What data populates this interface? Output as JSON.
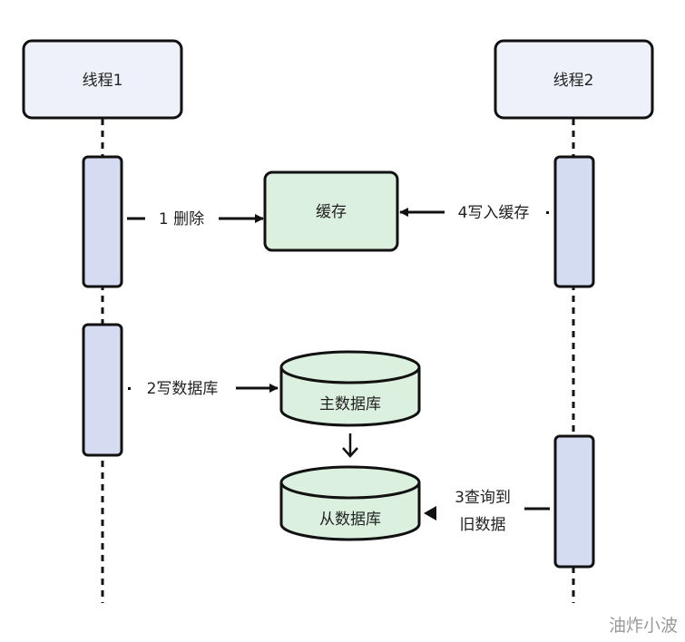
{
  "diagram": {
    "type": "sequence",
    "actors": [
      {
        "id": "thread1",
        "label": "线程1"
      },
      {
        "id": "thread2",
        "label": "线程2"
      }
    ],
    "nodes": {
      "cache": {
        "label": "缓存"
      },
      "master_db": {
        "label": "主数据库"
      },
      "slave_db": {
        "label": "从数据库"
      }
    },
    "messages": [
      {
        "step": 1,
        "from": "thread1",
        "to": "cache",
        "label": "1 删除"
      },
      {
        "step": 2,
        "from": "thread1",
        "to": "master_db",
        "label": "2写数据库"
      },
      {
        "step": 3,
        "from": "thread2",
        "to": "slave_db",
        "label_line1": "3查询到",
        "label_line2": "旧数据"
      },
      {
        "step": 4,
        "from": "thread2",
        "to": "cache",
        "label": "4写入缓存"
      }
    ],
    "replication": {
      "from": "master_db",
      "to": "slave_db"
    },
    "watermark": "油炸小波",
    "colors": {
      "actor_fill": "#eef1fa",
      "activation_fill": "#d5dbf0",
      "store_fill": "#dcf0df",
      "stroke": "#111111"
    }
  }
}
